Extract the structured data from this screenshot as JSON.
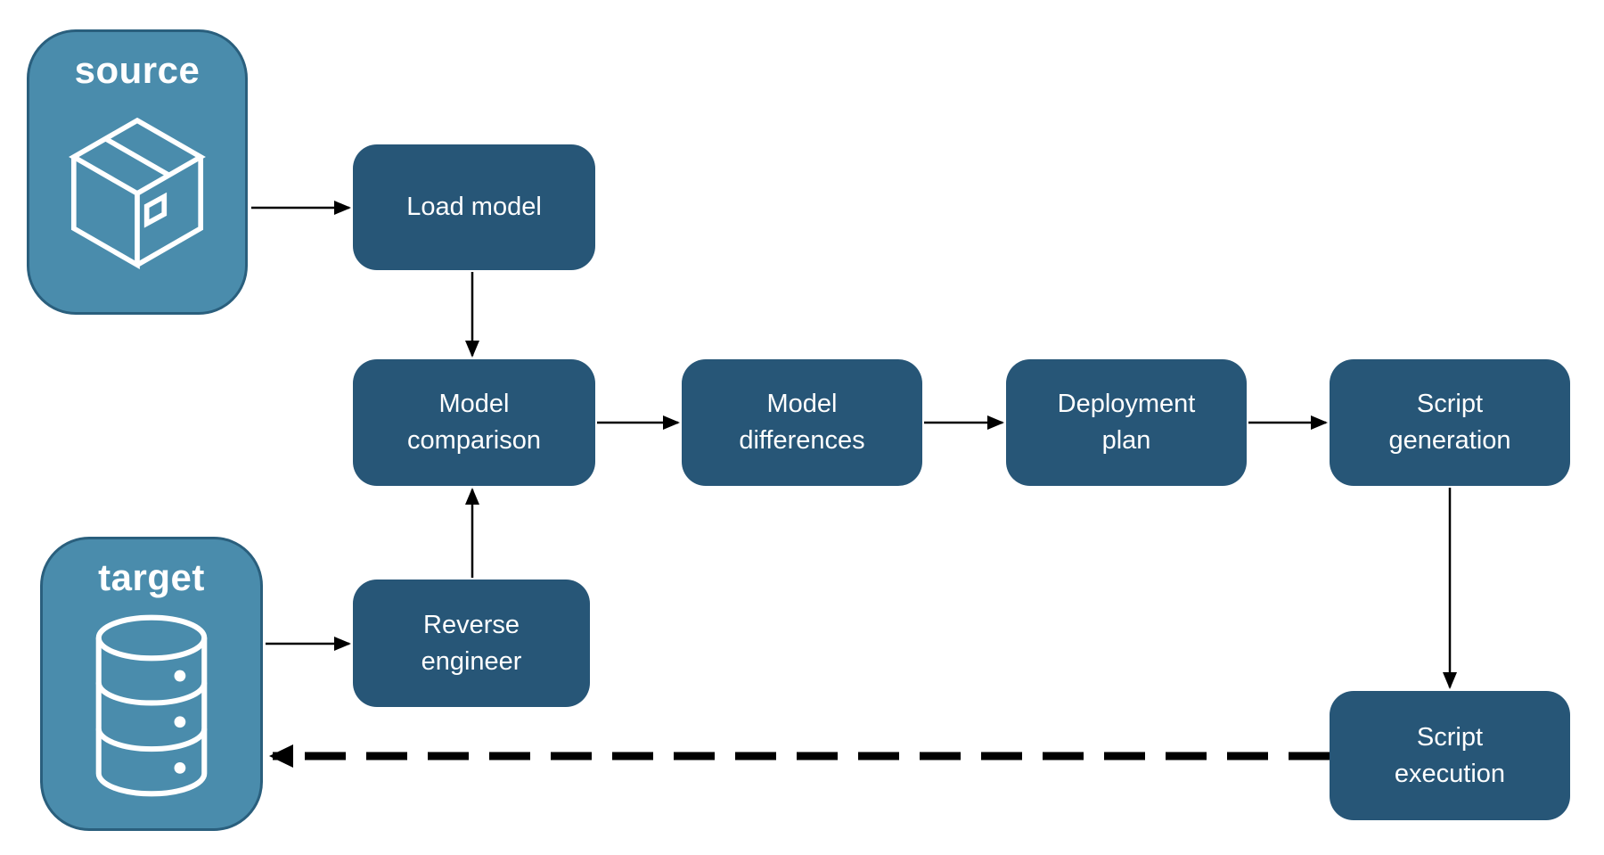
{
  "diagram": {
    "endpoints": [
      {
        "id": "source",
        "label": "source",
        "icon": "package-icon"
      },
      {
        "id": "target",
        "label": "target",
        "icon": "database-icon"
      }
    ],
    "nodes": [
      {
        "id": "load-model",
        "lines": [
          "Load model"
        ]
      },
      {
        "id": "model-comparison",
        "lines": [
          "Model",
          "comparison"
        ]
      },
      {
        "id": "model-differences",
        "lines": [
          "Model",
          "differences"
        ]
      },
      {
        "id": "deployment-plan",
        "lines": [
          "Deployment",
          "plan"
        ]
      },
      {
        "id": "script-generation",
        "lines": [
          "Script",
          "generation"
        ]
      },
      {
        "id": "reverse-engineer",
        "lines": [
          "Reverse",
          "engineer"
        ]
      },
      {
        "id": "script-execution",
        "lines": [
          "Script",
          "execution"
        ]
      }
    ],
    "edges": [
      {
        "from": "source",
        "to": "load-model",
        "style": "solid"
      },
      {
        "from": "load-model",
        "to": "model-comparison",
        "style": "solid"
      },
      {
        "from": "model-comparison",
        "to": "model-differences",
        "style": "solid"
      },
      {
        "from": "model-differences",
        "to": "deployment-plan",
        "style": "solid"
      },
      {
        "from": "deployment-plan",
        "to": "script-generation",
        "style": "solid"
      },
      {
        "from": "script-generation",
        "to": "script-execution",
        "style": "solid"
      },
      {
        "from": "target",
        "to": "reverse-engineer",
        "style": "solid"
      },
      {
        "from": "reverse-engineer",
        "to": "model-comparison",
        "style": "solid"
      },
      {
        "from": "script-execution",
        "to": "target",
        "style": "dashed"
      }
    ],
    "colors": {
      "node_fill": "#275677",
      "endpoint_fill": "#4A8CAC",
      "endpoint_border": "#2A5F7D",
      "text": "#FFFFFF",
      "arrow": "#000000",
      "background": "#FFFFFF"
    }
  }
}
